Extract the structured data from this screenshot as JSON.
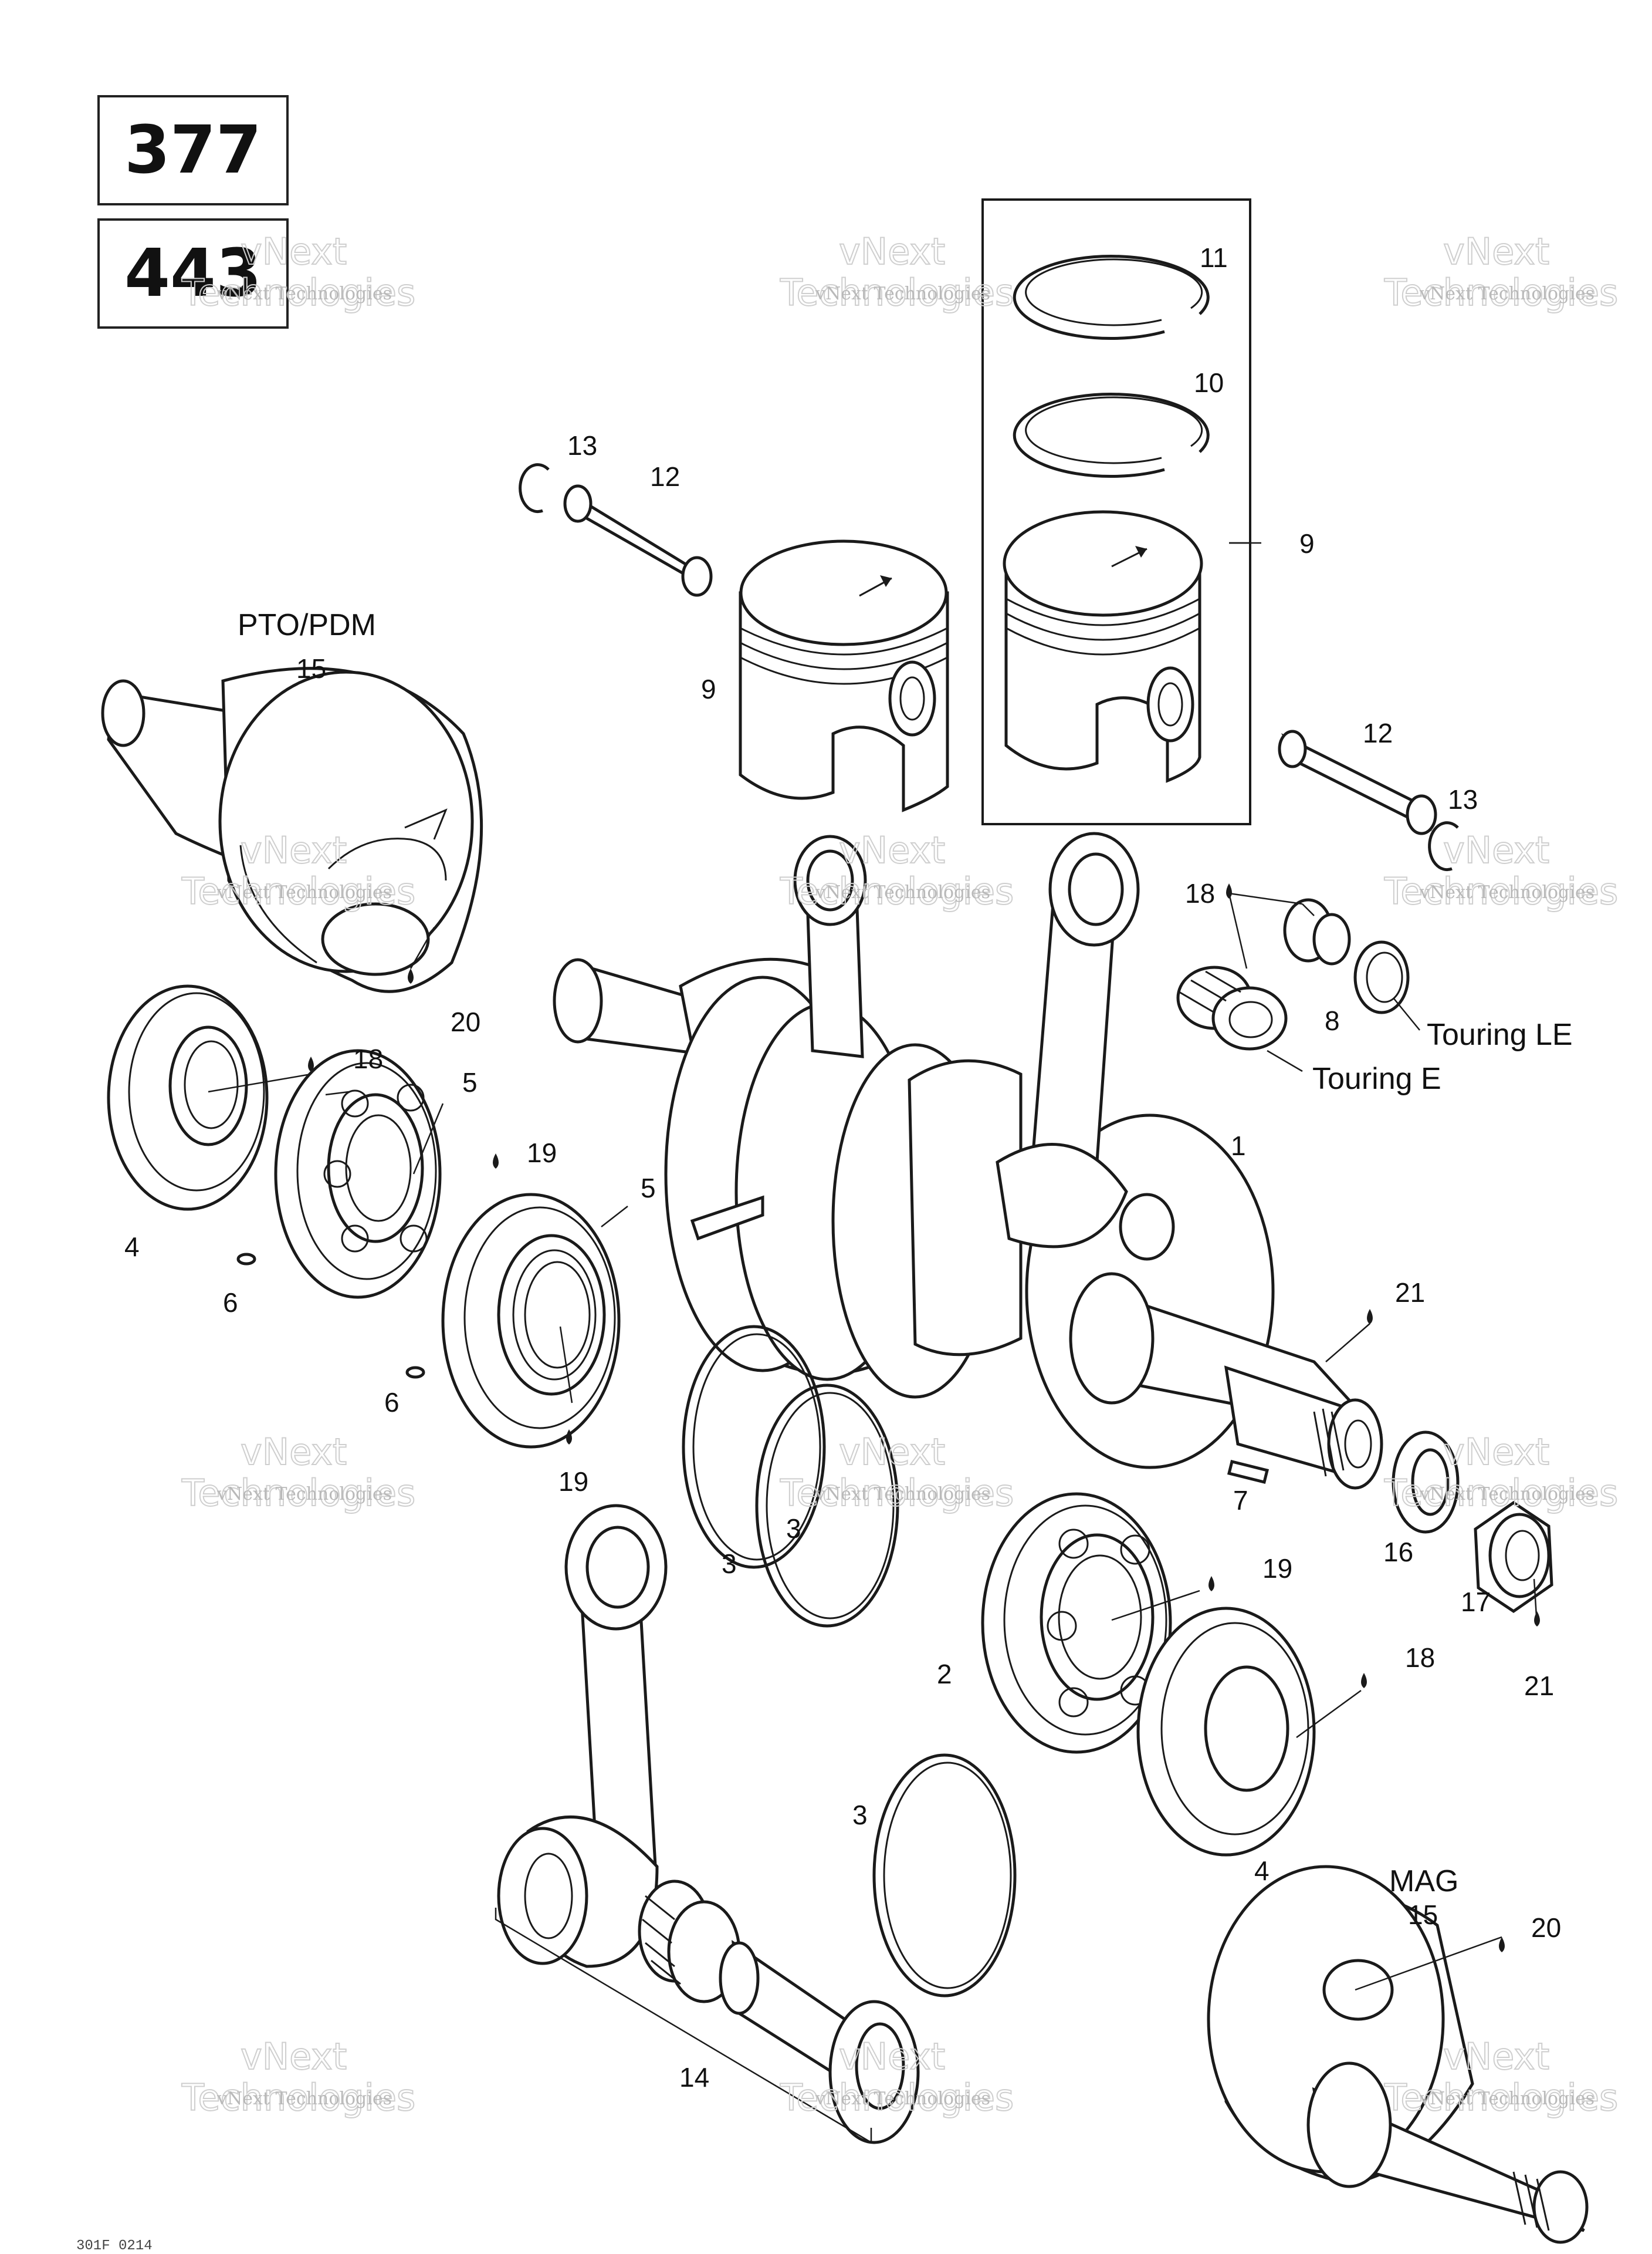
{
  "engine_codes": [
    "377",
    "443"
  ],
  "variant_labels": {
    "pto": "PTO/PDM",
    "mag": "MAG",
    "touring_le": "Touring LE",
    "touring_e": "Touring E"
  },
  "callouts": {
    "c11": "11",
    "c10": "10",
    "c9_right": "9",
    "c9_left": "9",
    "c13_top": "13",
    "c12_top": "12",
    "c12_right": "12",
    "c13_right": "13",
    "c15_pto": "15",
    "c20_pto": "20",
    "c18_seal": "18",
    "c5_a": "5",
    "c19_a": "19",
    "c4_left": "4",
    "c6_a": "6",
    "c5_b": "5",
    "c6_b": "6",
    "c19_b": "19",
    "c18_kit": "18",
    "c8": "8",
    "c1": "1",
    "c21_a": "21",
    "c7": "7",
    "c16": "16",
    "c17": "17",
    "c21_b": "21",
    "c3_a": "3",
    "c3_b": "3",
    "c19_c": "19",
    "c2": "2",
    "c18_c": "18",
    "c3_c": "3",
    "c4_right": "4",
    "c14": "14",
    "c15_mag": "15",
    "c20_mag": "20"
  },
  "watermark": {
    "line1": "vNext",
    "line2": "Technologies",
    "brand": "vNext Technologies"
  },
  "figure_code": "301F 0214"
}
